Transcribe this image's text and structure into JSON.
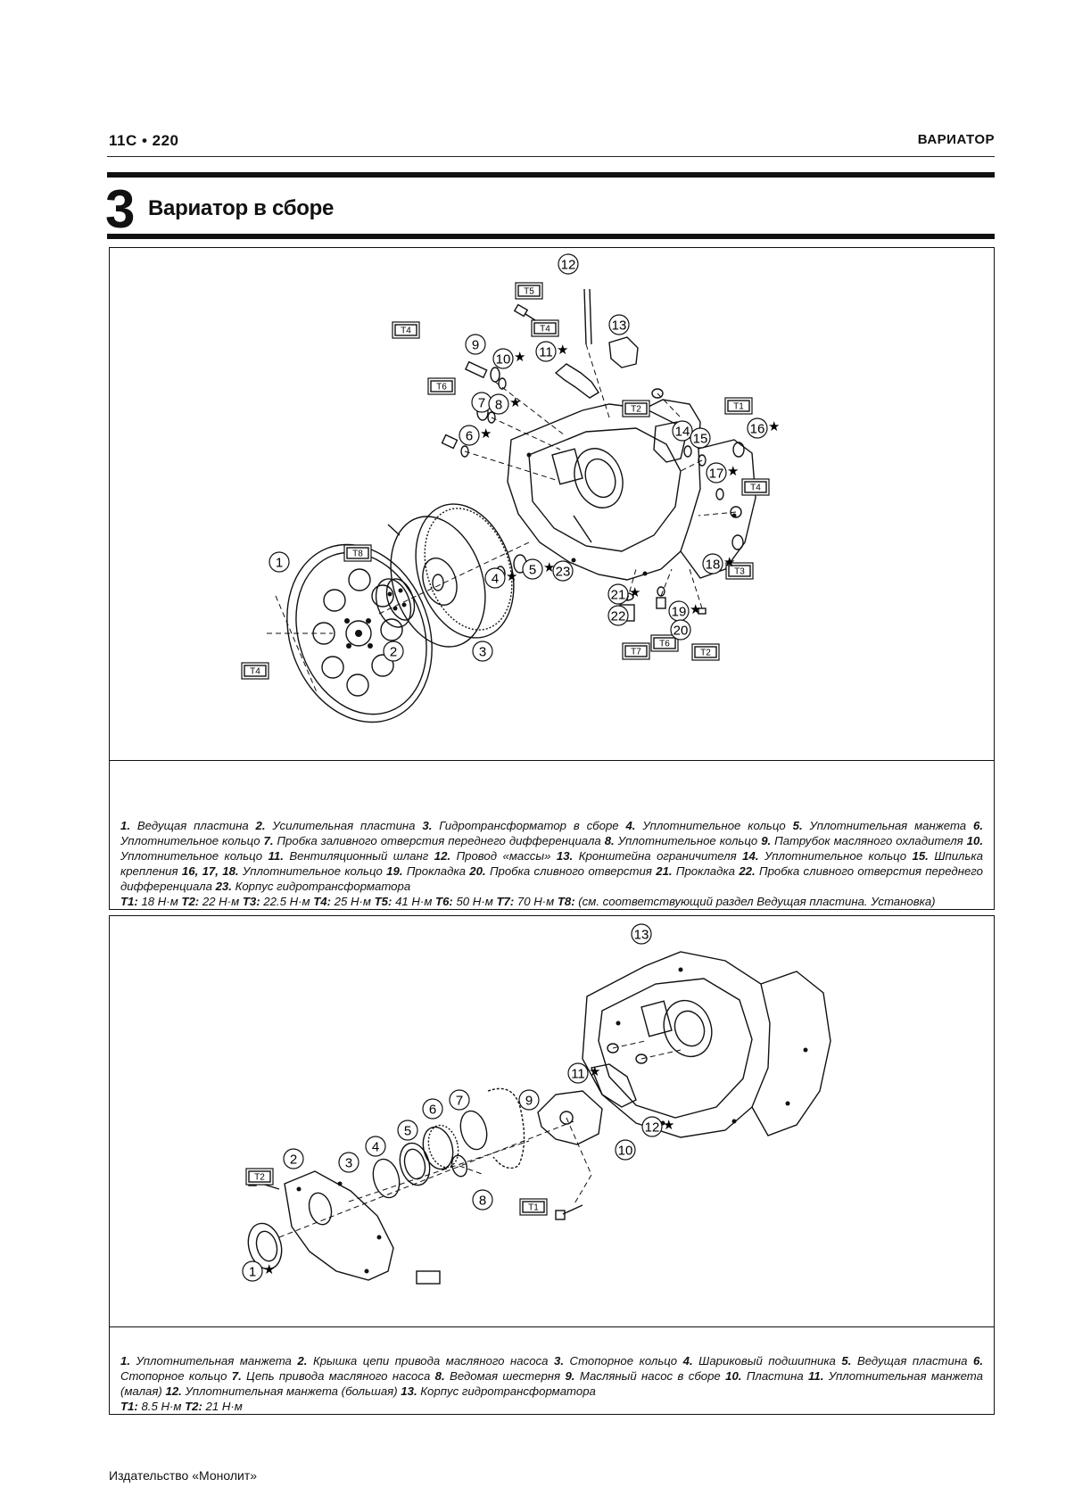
{
  "header": {
    "page_number": "11С • 220",
    "section_title": "ВАРИАТОР"
  },
  "section": {
    "number": "3",
    "title": "Вариатор в сборе"
  },
  "figure1": {
    "callouts": [
      "1",
      "2",
      "3",
      "4",
      "5",
      "6",
      "7",
      "8",
      "9",
      "10",
      "11",
      "12",
      "13",
      "14",
      "15",
      "16",
      "17",
      "18",
      "19",
      "20",
      "21",
      "22",
      "23"
    ],
    "torque_tags": [
      "T1",
      "T2",
      "T2",
      "T3",
      "T4",
      "T4",
      "T4",
      "T4",
      "T5",
      "T6",
      "T6",
      "T7",
      "T8"
    ],
    "caption": {
      "parts": [
        {
          "n": "1.",
          "t": " Ведущая пластина "
        },
        {
          "n": "2.",
          "t": " Усилительная пластина "
        },
        {
          "n": "3.",
          "t": " Гидротрансформатор в сборе "
        },
        {
          "n": "4.",
          "t": " Уплотнительное кольцо "
        },
        {
          "n": "5.",
          "t": " Уплотнительная манжета "
        },
        {
          "n": "6.",
          "t": " Уплотнительное кольцо "
        },
        {
          "n": "7.",
          "t": " Пробка заливного отверстия переднего дифференциала "
        },
        {
          "n": "8.",
          "t": " Уплотнительное кольцо "
        },
        {
          "n": "9.",
          "t": " Патрубок масляного охладителя "
        },
        {
          "n": "10.",
          "t": " Уплотнительное кольцо "
        },
        {
          "n": "11.",
          "t": " Вентиляционный шланг "
        },
        {
          "n": "12.",
          "t": " Провод «массы» "
        },
        {
          "n": "13.",
          "t": " Кронштейна ограничителя "
        },
        {
          "n": "14.",
          "t": " Уплотнительное кольцо "
        },
        {
          "n": "15.",
          "t": " Шпилька крепления "
        },
        {
          "n": "16, 17, 18.",
          "t": " Уплотнительное кольцо "
        },
        {
          "n": "19.",
          "t": " Прокладка "
        },
        {
          "n": "20.",
          "t": " Пробка сливного отверстия "
        },
        {
          "n": "21.",
          "t": " Прокладка "
        },
        {
          "n": "22.",
          "t": " Пробка сливного отверстия переднего дифференциала "
        },
        {
          "n": "23.",
          "t": " Корпус гидротрансформатора"
        }
      ],
      "torque": [
        {
          "n": "T1:",
          "t": " 18 Н·м "
        },
        {
          "n": "T2:",
          "t": " 22 Н·м "
        },
        {
          "n": "T3:",
          "t": " 22.5 Н·м "
        },
        {
          "n": "T4:",
          "t": " 25 Н·м "
        },
        {
          "n": "T5:",
          "t": " 41 Н·м "
        },
        {
          "n": "T6:",
          "t": " 50 Н·м "
        },
        {
          "n": "T7:",
          "t": " 70 Н·м "
        },
        {
          "n": "T8:",
          "t": " (см. соответствующий раздел Ведущая пластина. Установка)"
        }
      ]
    }
  },
  "figure2": {
    "callouts": [
      "1",
      "2",
      "3",
      "4",
      "5",
      "6",
      "7",
      "8",
      "9",
      "10",
      "11",
      "12",
      "13"
    ],
    "torque_tags": [
      "T1",
      "T2"
    ],
    "caption": {
      "parts": [
        {
          "n": "1.",
          "t": " Уплотнительная манжета "
        },
        {
          "n": "2.",
          "t": " Крышка цепи привода масляного насоса "
        },
        {
          "n": "3.",
          "t": " Стопорное кольцо "
        },
        {
          "n": "4.",
          "t": " Шариковый подшипника "
        },
        {
          "n": "5.",
          "t": " Ведущая пластина "
        },
        {
          "n": "6.",
          "t": " Стопорное кольцо "
        },
        {
          "n": "7.",
          "t": " Цепь привода масляного насоса "
        },
        {
          "n": "8.",
          "t": " Ведомая шестерня "
        },
        {
          "n": "9.",
          "t": " Масляный насос в сборе "
        },
        {
          "n": "10.",
          "t": " Пластина "
        },
        {
          "n": "11.",
          "t": " Уплотнительная манжета (малая) "
        },
        {
          "n": "12.",
          "t": " Уплотнительная манжета (большая) "
        },
        {
          "n": "13.",
          "t": " Корпус гидротрансформатора"
        }
      ],
      "torque": [
        {
          "n": "T1:",
          "t": " 8.5 Н·м "
        },
        {
          "n": "T2:",
          "t": " 21 Н·м"
        }
      ]
    }
  },
  "footer": {
    "publisher": "Издательство «Монолит»"
  }
}
